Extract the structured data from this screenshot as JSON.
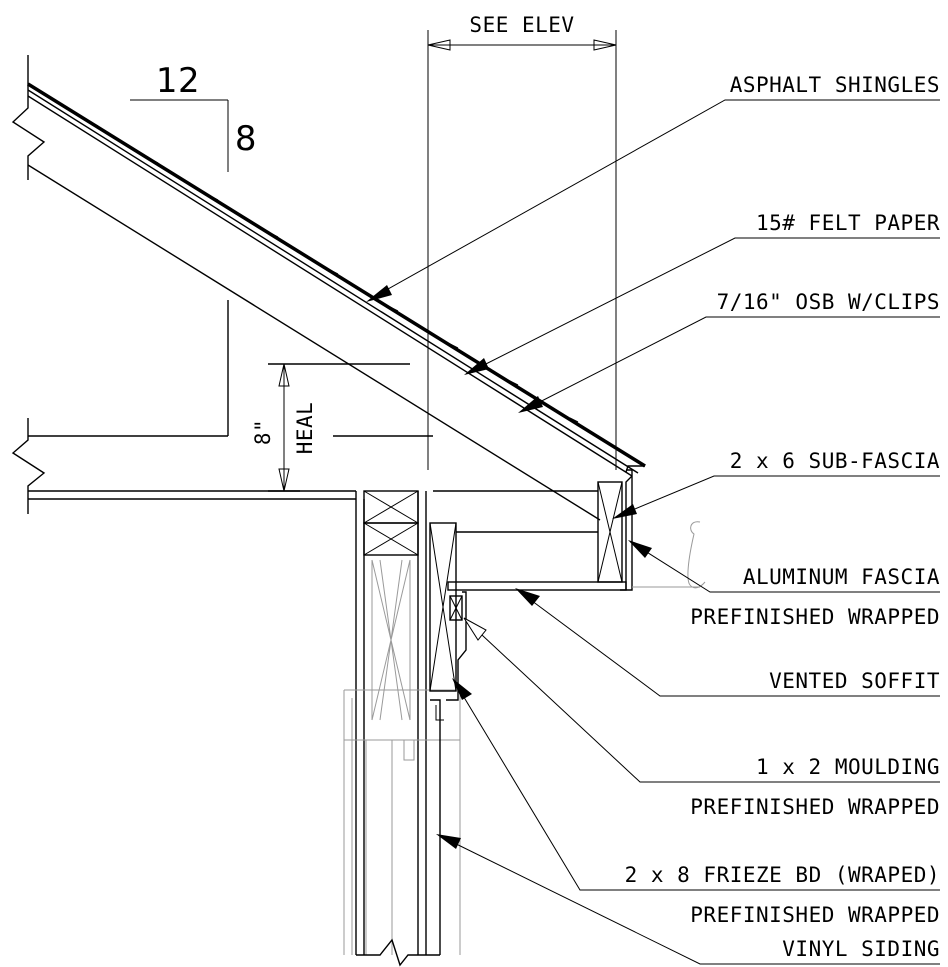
{
  "dimensions": {
    "see_elev": "SEE ELEV",
    "heal_height": "8\"",
    "heal_label": "HEAL"
  },
  "pitch": {
    "run": "12",
    "rise": "8"
  },
  "callouts": [
    {
      "id": "asphalt-shingles",
      "line1": "ASPHALT SHINGLES",
      "line2": ""
    },
    {
      "id": "felt-paper",
      "line1": "15# FELT PAPER",
      "line2": ""
    },
    {
      "id": "osb",
      "line1": "7/16\" OSB W/CLIPS",
      "line2": ""
    },
    {
      "id": "sub-fascia",
      "line1": "2 x 6 SUB-FASCIA",
      "line2": ""
    },
    {
      "id": "aluminum-fascia",
      "line1": "ALUMINUM FASCIA",
      "line2": "PREFINISHED WRAPPED"
    },
    {
      "id": "vented-soffit",
      "line1": "VENTED SOFFIT",
      "line2": ""
    },
    {
      "id": "moulding",
      "line1": "1 x 2 MOULDING",
      "line2": "PREFINISHED WRAPPED"
    },
    {
      "id": "frieze-board",
      "line1": "2 x 8 FRIEZE BD (WRAPED)",
      "line2": "PREFINISHED WRAPPED"
    },
    {
      "id": "vinyl-siding",
      "line1": "VINYL SIDING",
      "line2": ""
    }
  ]
}
